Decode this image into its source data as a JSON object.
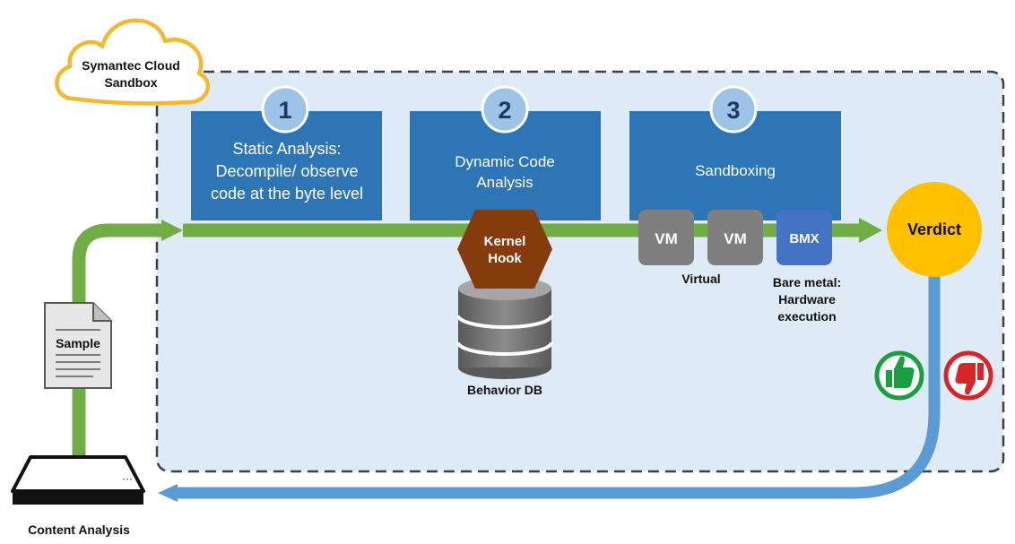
{
  "cloud": {
    "line1": "Symantec Cloud",
    "line2": "Sandbox"
  },
  "steps": [
    {
      "number": "1",
      "lines": [
        "Static Analysis:",
        "Decompile/ observe",
        "code at the byte level"
      ]
    },
    {
      "number": "2",
      "lines": [
        "Dynamic Code",
        "Analysis"
      ]
    },
    {
      "number": "3",
      "lines": [
        "Sandboxing"
      ]
    }
  ],
  "kernel_hook": {
    "line1": "Kernel",
    "line2": "Hook"
  },
  "behavior_db": {
    "label": "Behavior DB"
  },
  "vms": [
    {
      "label": "VM"
    },
    {
      "label": "VM"
    },
    {
      "label": "BMX"
    }
  ],
  "virtual_label": "Virtual",
  "bare_metal": {
    "line1": "Bare metal:",
    "line2": "Hardware",
    "line3": "execution"
  },
  "verdict": {
    "label": "Verdict"
  },
  "sample": {
    "label": "Sample"
  },
  "content_analysis": {
    "label": "Content Analysis"
  },
  "device_ports": "···",
  "colors": {
    "step_box": "#2e75b6",
    "step_circle": "#9dc3e6",
    "flow_green": "#70ad47",
    "return_blue": "#5b9bd5",
    "kernel_hook": "#843c0c",
    "vm_gray": "#7f7f7f",
    "bmx_blue": "#4472c4",
    "verdict_gold": "#ffc000",
    "cloud_stroke": "#f4b82e",
    "panel_fill": "#deebf7",
    "thumbs_up": "#1a9e3f",
    "thumbs_down": "#d62728"
  },
  "icons": {
    "thumbs_up": "thumbs-up-icon",
    "thumbs_down": "thumbs-down-icon"
  }
}
